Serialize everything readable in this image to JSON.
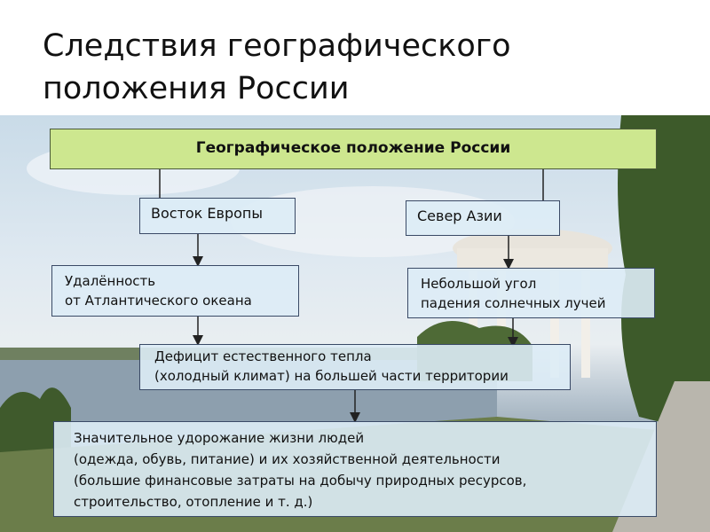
{
  "slide": {
    "title_line1": "Следствия географического",
    "title_line2": "положения России"
  },
  "diagram": {
    "header": "Географическое положение России",
    "east_europe": "Восток Европы",
    "north_asia": "Север Азии",
    "remoteness_line1": "Удалённость",
    "remoteness_line2": "от Атлантического океана",
    "sun_angle_line1": "Небольшой угол",
    "sun_angle_line2": "падения солнечных лучей",
    "heat_deficit_line1": "Дефицит естественного тепла",
    "heat_deficit_line2": "(холодный климат) на большей части территории",
    "cost_line1": "Значительное удорожание жизни людей",
    "cost_line2": "(одежда, обувь, питание) и их хозяйственной деятельности",
    "cost_line3": "(большие финансовые затраты на добычу природных ресурсов,",
    "cost_line4": "строительство, отопление и т. д.)"
  },
  "colors": {
    "header_fill": "#cde78f",
    "box_fill": "#ddecf6",
    "box_border": "#3a4a66",
    "arrow": "#222222"
  }
}
